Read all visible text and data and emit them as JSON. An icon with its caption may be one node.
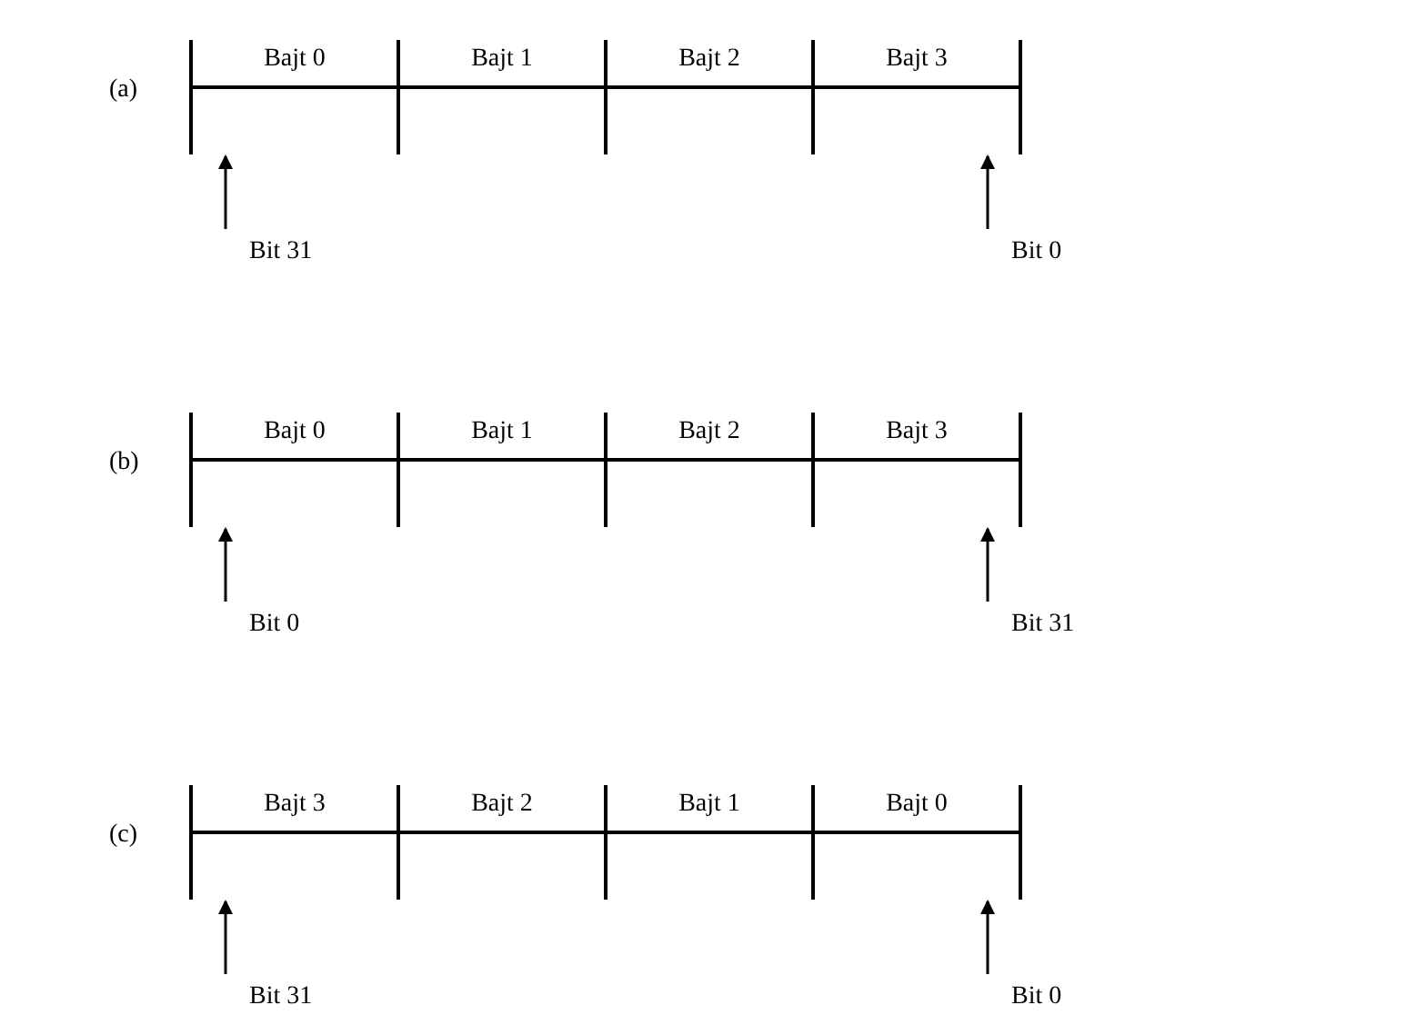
{
  "diagram": {
    "nodes": [
      {
        "text": [],
        "shape": "bar"
      },
      {
        "text": [
          "Bajt 0"
        ],
        "in": 0
      },
      {
        "text": [
          "Bajt 1"
        ],
        "in": 0
      },
      {
        "text": [
          "Bajt 2"
        ],
        "in": 0
      },
      {
        "text": [
          "Bajt 3"
        ],
        "in": 0
      },
      {
        "text": [
          "Bit 31"
        ]
      },
      {
        "text": [
          "Bit 0"
        ]
      },
      {
        "text": [],
        "shape": "bar"
      },
      {
        "text": [
          "Bajt 0"
        ],
        "in": 7
      },
      {
        "text": [
          "Bajt 1"
        ],
        "in": 7
      },
      {
        "text": [
          "Bajt 2"
        ],
        "in": 7
      },
      {
        "text": [
          "Bajt 3"
        ],
        "in": 7
      },
      {
        "text": [
          "Bit 0"
        ]
      },
      {
        "text": [
          "Bit 31"
        ]
      },
      {
        "text": [],
        "shape": "bar"
      },
      {
        "text": [
          "Bajt 3"
        ],
        "in": 14
      },
      {
        "text": [
          "Bajt 2"
        ],
        "in": 14
      },
      {
        "text": [
          "Bajt 1"
        ],
        "in": 14
      },
      {
        "text": [
          "Bajt 0"
        ],
        "in": 14
      },
      {
        "text": [
          "Bit 31"
        ]
      },
      {
        "text": [
          "Bit 0"
        ]
      }
    ],
    "edges": [
      {
        "from": 5,
        "to": 0,
        "arrow": "to"
      },
      {
        "from": 6,
        "to": 0,
        "arrow": "to"
      },
      {
        "from": 12,
        "to": 7,
        "arrow": "to"
      },
      {
        "from": 13,
        "to": 7,
        "arrow": "to"
      },
      {
        "from": 19,
        "to": 14,
        "arrow": "to"
      },
      {
        "from": 20,
        "to": 14,
        "arrow": "to"
      }
    ],
    "labels": [
      "(a)",
      "(b)",
      "(c)"
    ]
  }
}
